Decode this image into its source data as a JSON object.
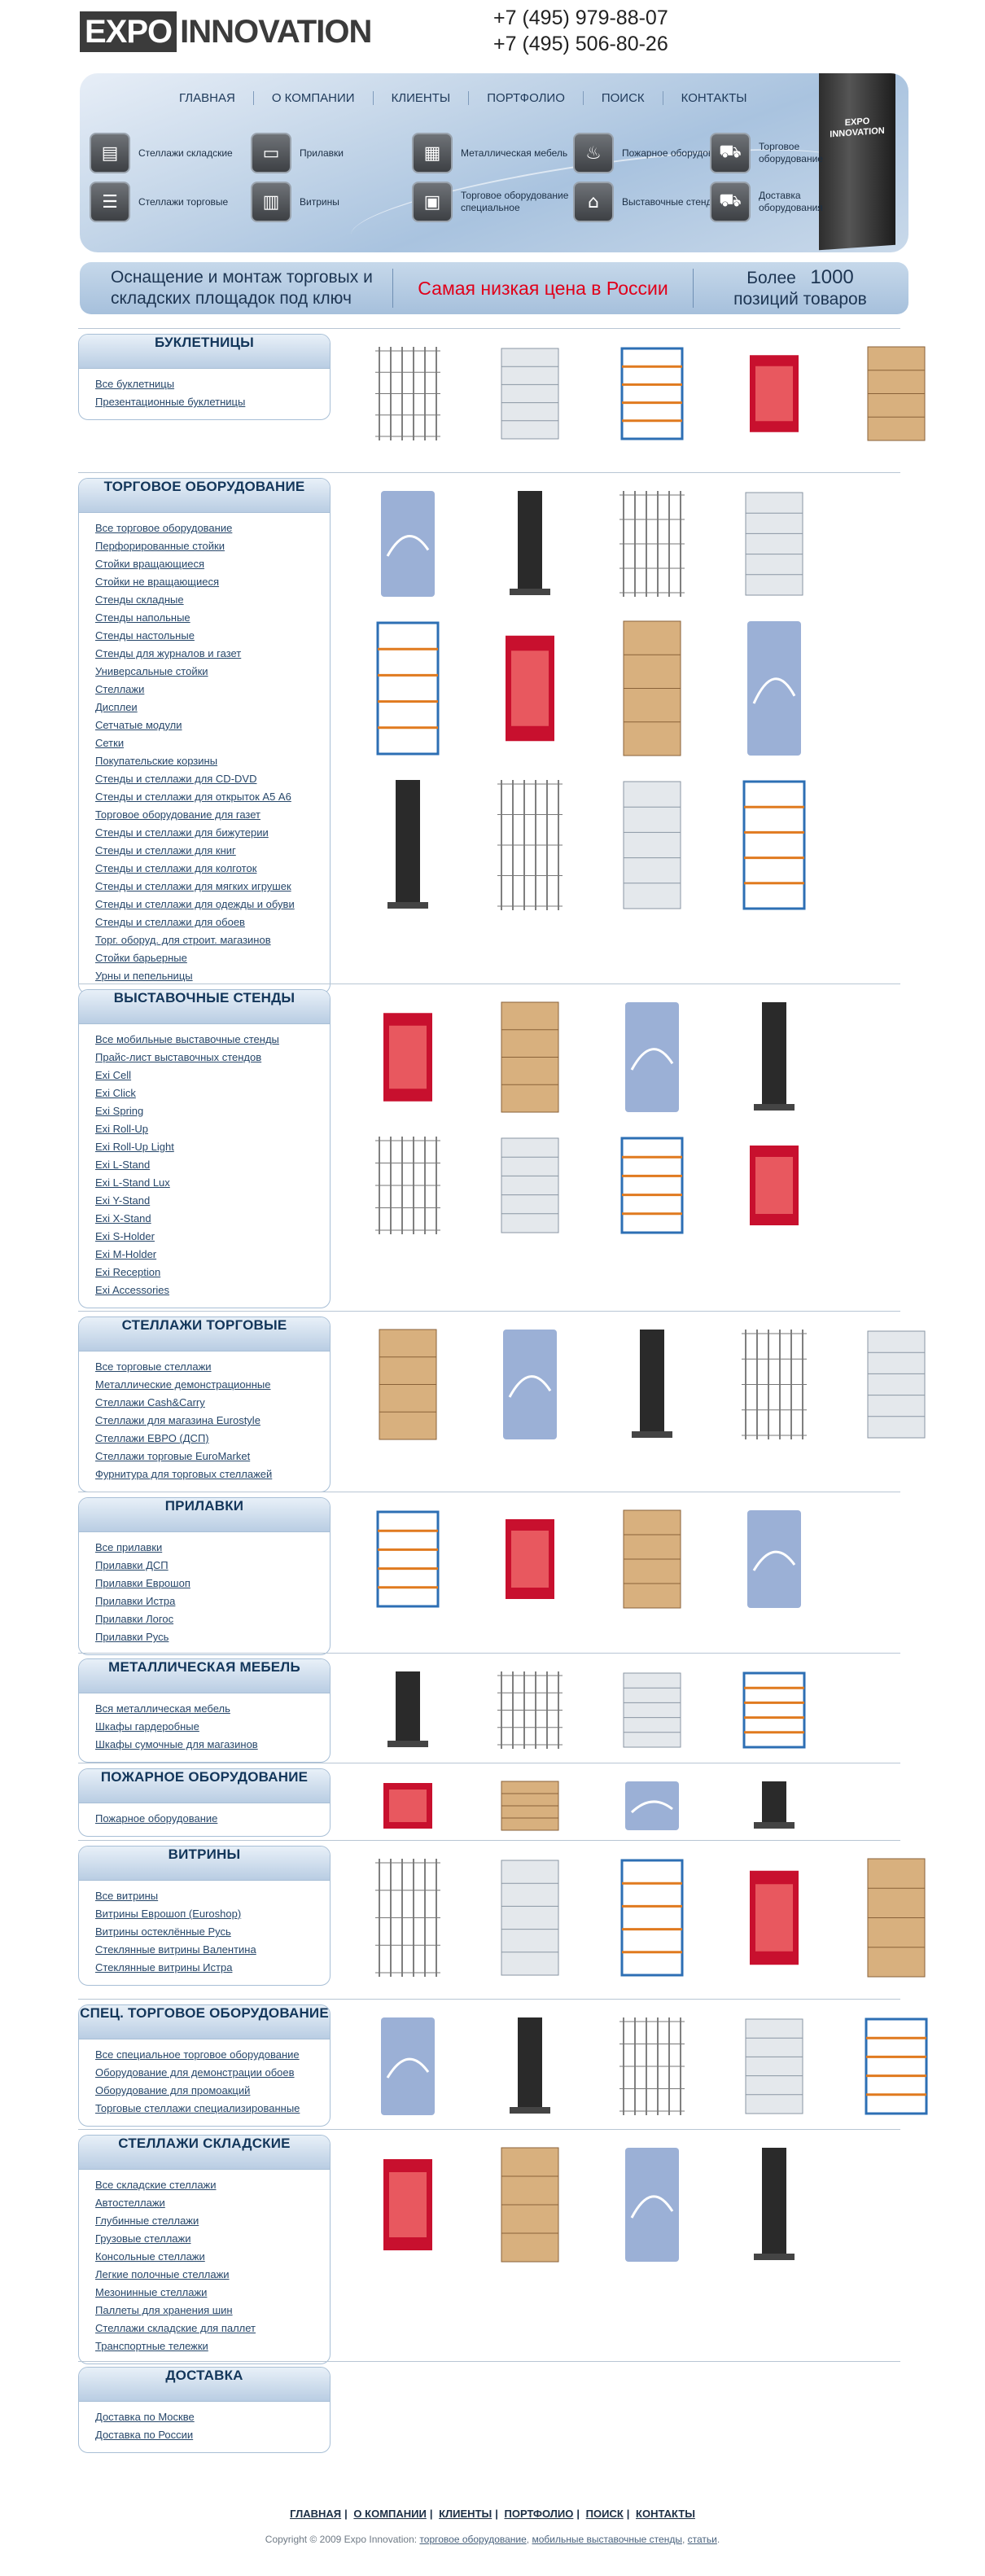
{
  "header": {
    "logo_box": "EXPO",
    "logo_rest": "INNOVATION",
    "phone1": "+7 (495) 979-88-07",
    "phone2": "+7 (495) 506-80-26"
  },
  "menu": [
    {
      "label": "ГЛАВНАЯ"
    },
    {
      "label": "О КОМПАНИИ"
    },
    {
      "label": "КЛИЕНТЫ"
    },
    {
      "label": "ПОРТФОЛИО"
    },
    {
      "label": "ПОИСК"
    },
    {
      "label": "КОНТАКТЫ"
    }
  ],
  "categories": [
    {
      "label": "Стеллажи складские",
      "icon": "warehouse-rack-icon"
    },
    {
      "label": "Прилавки",
      "icon": "counter-icon"
    },
    {
      "label": "Металлическая мебель",
      "icon": "locker-icon"
    },
    {
      "label": "Пожарное оборудование",
      "icon": "fire-extinguisher-icon"
    },
    {
      "label": "Торговое оборудование",
      "icon": "shopping-cart-icon"
    },
    {
      "label": "Стеллажи торговые",
      "icon": "shop-shelf-icon"
    },
    {
      "label": "Витрины",
      "icon": "showcase-icon"
    },
    {
      "label": "Торговое оборудование специальное",
      "icon": "special-equipment-icon"
    },
    {
      "label": "Выставочные стенды",
      "icon": "exhibition-stand-icon"
    },
    {
      "label": "Доставка оборудования",
      "icon": "delivery-truck-icon"
    }
  ],
  "banner_book": {
    "line1": "EXPO",
    "line2": "INNOVATION"
  },
  "slogan": {
    "left1": "Оснащение и монтаж торговых и",
    "left2": "складских площадок под ключ",
    "mid": "Самая низкая цена в России",
    "right1": "Более",
    "right_num": "1000",
    "right2": "позиций товаров"
  },
  "sections": [
    {
      "title": "БУКЛЕТНИЦЫ",
      "links": [
        "Все буклетницы",
        "Презентационные буклетницы"
      ]
    },
    {
      "title": "ТОРГОВОЕ ОБОРУДОВАНИЕ",
      "links": [
        "Все торговое оборудование",
        "Перфорированные стойки",
        "Стойки вращающиеся",
        "Стойки не вращающиеся",
        "Стенды складные",
        "Стенды напольные",
        "Стенды настольные",
        "Стенды для журналов и газет",
        "Универсальные стойки",
        "Стеллажи",
        "Дисплеи",
        "Сетчатые модули",
        "Сетки",
        "Покупательские корзины",
        "Стенды и стеллажи для CD-DVD",
        "Стенды и стеллажи для открыток А5 А6",
        "Торговое оборудование для газет",
        "Стенды и стеллажи для бижутерии",
        "Стенды и стеллажи для книг",
        "Стенды и стеллажи для колготок",
        "Стенды и стеллажи для мягких игрушек",
        "Стенды и стеллажи для одежды и обуви",
        "Стенды и стеллажи для обоев",
        "Торг. оборуд. для строит. магазинов",
        "Стойки барьерные",
        "Урны и пепельницы"
      ]
    },
    {
      "title": "ВЫСТАВОЧНЫЕ СТЕНДЫ",
      "links": [
        "Все мобильные выставочные стенды",
        "Прайс-лист выставочных стендов",
        "Exi Cell",
        "Exi Click",
        "Exi Spring",
        "Exi Roll-Up",
        "Exi Roll-Up Light",
        "Exi L-Stand",
        "Exi L-Stand Lux",
        "Exi Y-Stand",
        "Exi X-Stand",
        "Exi S-Holder",
        "Exi M-Holder",
        "Exi Reception",
        "Exi Accessories"
      ]
    },
    {
      "title": "СТЕЛЛАЖИ ТОРГОВЫЕ",
      "links": [
        "Все торговые стеллажи",
        "Металлические демонстрационные",
        "Стеллажи Cash&Carry",
        "Стеллажи для магазина Eurostyle",
        "Стеллажи ЕВРО (ДСП)",
        "Стеллажи торговые EuroMarket",
        "Фурнитура для торговых стеллажей"
      ]
    },
    {
      "title": "ПРИЛАВКИ",
      "links": [
        "Все прилавки",
        "Прилавки ДСП",
        "Прилавки Еврошоп",
        "Прилавки Истра",
        "Прилавки Логос",
        "Прилавки Русь"
      ]
    },
    {
      "title": "МЕТАЛЛИЧЕСКАЯ МЕБЕЛЬ",
      "links": [
        "Вся металлическая мебель",
        "Шкафы гардеробные",
        "Шкафы сумочные для магазинов"
      ]
    },
    {
      "title": "ПОЖАРНОЕ ОБОРУДОВАНИЕ",
      "links": [
        "Пожарное оборудование"
      ]
    },
    {
      "title": "ВИТРИНЫ",
      "links": [
        "Все витрины",
        "Витрины Еврошоп (Euroshop)",
        "Витрины остеклённые Русь",
        "Стеклянные витрины Валентина",
        "Стеклянные витрины Истра"
      ]
    },
    {
      "title": "СПЕЦ. ТОРГОВОЕ ОБОРУДОВАНИЕ",
      "links": [
        "Все специальное торговое оборудование",
        "Оборудование для демонстрации обоев",
        "Оборудование для промоакций",
        "Торговые стеллажи специализированные"
      ]
    },
    {
      "title": "СТЕЛЛАЖИ СКЛАДСКИЕ",
      "links": [
        "Все складские стеллажи",
        "Автостеллажи",
        "Глубинные стеллажи",
        "Грузовые стеллажи",
        "Консольные стеллажи",
        "Легкие полочные стеллажи",
        "Мезонинные стеллажи",
        "Паллеты для хранения шин",
        "Стеллажи складские для паллет",
        "Транспортные тележки"
      ]
    },
    {
      "title": "ДОСТАВКА",
      "links": [
        "Доставка по Москве",
        "Доставка по России"
      ]
    }
  ],
  "footer": {
    "nav": [
      "ГЛАВНАЯ",
      "О КОМПАНИИ",
      "КЛИЕНТЫ",
      "ПОРТФОЛИО",
      "ПОИСК",
      "КОНТАКТЫ"
    ],
    "copyright_prefix": "Copyright © 2009 Expo Innovation:",
    "copyright_link1": "торговое оборудование",
    "copyright_link2": "мобильные выставочные стенды",
    "copyright_link3": "статьи"
  },
  "colors": {
    "accent": "#e0001a",
    "title": "#13365a",
    "link": "#27476a"
  }
}
